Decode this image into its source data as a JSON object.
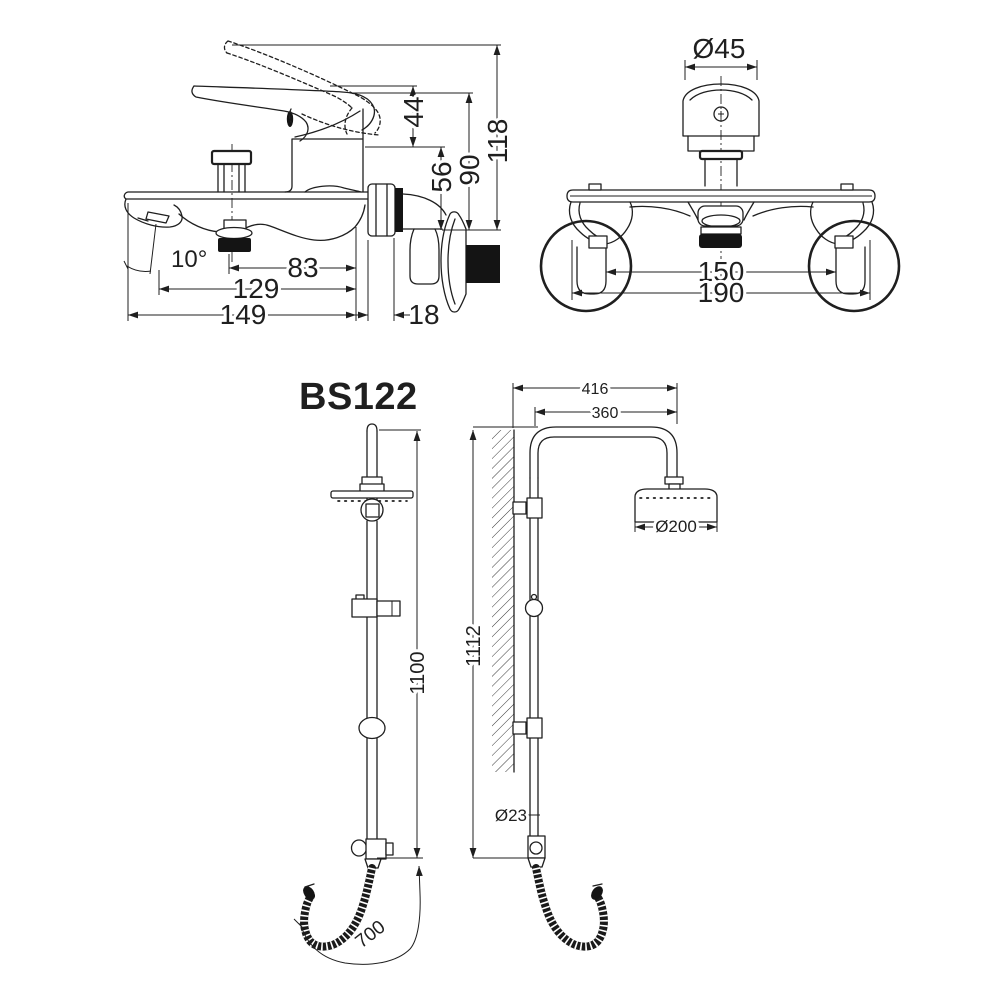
{
  "title": "BS122",
  "colors": {
    "line": "#1f1f1f",
    "dark": "#141414",
    "bg": "#ffffff"
  },
  "labels": {
    "side": {
      "d44": "44",
      "d56": "56",
      "d90": "90",
      "d118": "118",
      "angle": "10°",
      "d83": "83",
      "d129": "129",
      "d149": "149",
      "d18": "18"
    },
    "front": {
      "dia45": "Ø45",
      "d150": "150",
      "d190": "190"
    },
    "left_column": {
      "d1100": "1100",
      "d700": "700"
    },
    "right_column": {
      "d416": "416",
      "d360": "360",
      "dia200": "Ø200",
      "d1112": "1112",
      "dia23": "Ø23"
    }
  }
}
